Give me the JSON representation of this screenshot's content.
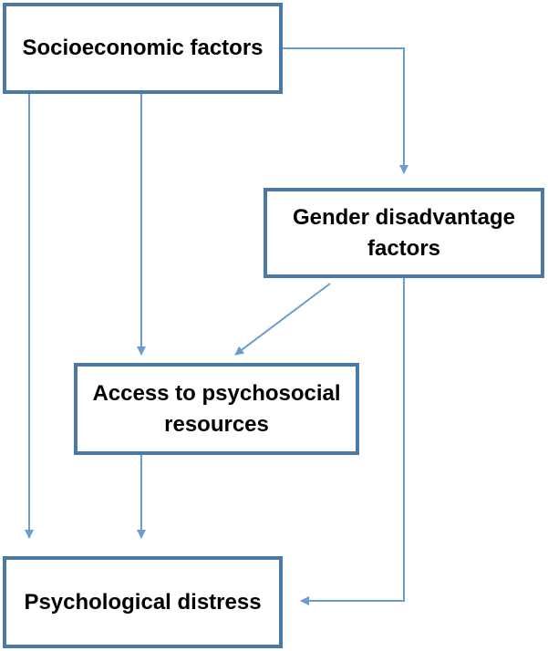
{
  "diagram": {
    "nodes": {
      "socioeconomic": "Socioeconomic factors",
      "gender": "Gender disadvantage factors",
      "access": "Access to psychosocial resources",
      "distress": "Psychological distress"
    },
    "edges": [
      {
        "from": "Socioeconomic factors",
        "to": "Gender disadvantage factors"
      },
      {
        "from": "Socioeconomic factors",
        "to": "Access to psychosocial resources"
      },
      {
        "from": "Socioeconomic factors",
        "to": "Psychological distress"
      },
      {
        "from": "Gender disadvantage factors",
        "to": "Access to psychosocial resources"
      },
      {
        "from": "Gender disadvantage factors",
        "to": "Psychological distress"
      },
      {
        "from": "Access to psychosocial resources",
        "to": "Psychological distress"
      }
    ],
    "colors": {
      "box_border": "#4a78a8",
      "arrow": "#6a9bd1",
      "text": "#000000",
      "background": "#ffffff"
    }
  }
}
